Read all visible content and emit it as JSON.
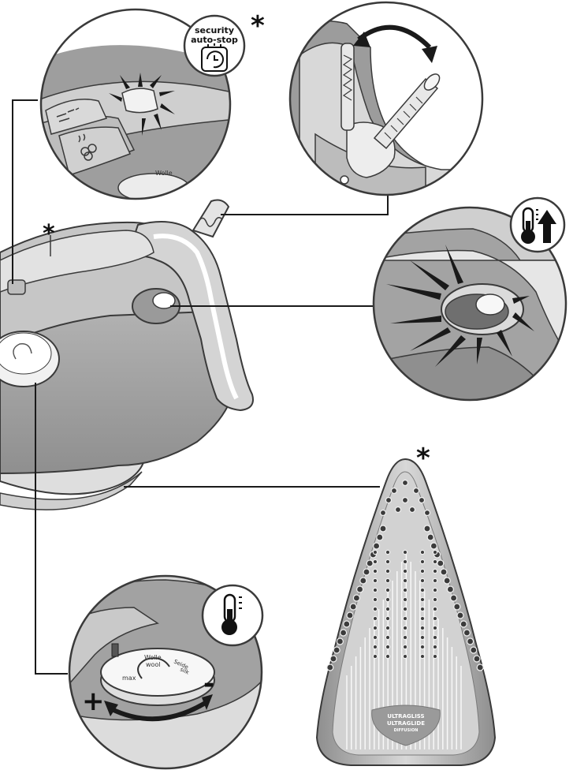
{
  "badges": {
    "security_line1": "security",
    "security_line2": "auto-stop"
  },
  "markers": {
    "asterisk": "*"
  },
  "controls": {
    "increase_symbol": "+",
    "decrease_symbol": "-"
  },
  "dial": {
    "label_wool_de": "Wolle",
    "label_wool_en": "wool",
    "label_silk_de": "Seide",
    "label_silk_en": "silk",
    "label_max": "max"
  },
  "soleplate": {
    "logo_line1": "ULTRAGLISS",
    "logo_line2": "ULTRAGLIDE",
    "logo_line3": "DIFFUSION"
  },
  "icons": {
    "thermometer": "thermometer-icon",
    "arrow_up": "arrow-up-icon",
    "timer": "timer-icon",
    "steam": "steam-icon",
    "spray": "spray-icon"
  },
  "colors": {
    "iron_body": "#a7a7a7",
    "iron_dark": "#8b8b8b",
    "iron_light": "#dcdcdc",
    "outline": "#3a3a3a",
    "soleplate_metal": "#bcbcbc"
  }
}
